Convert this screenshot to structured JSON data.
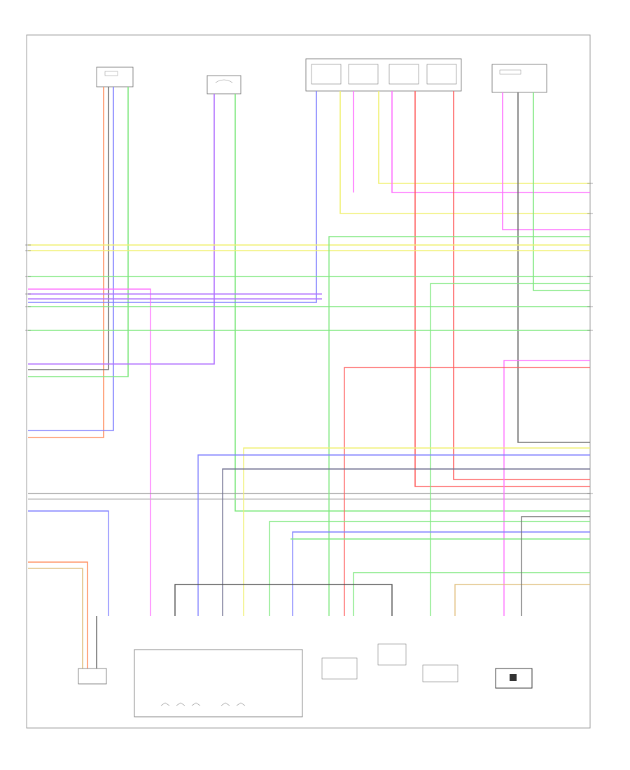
{
  "colors": {
    "frame": "#999999",
    "yellow": "#f0f070",
    "green": "#7ee87e",
    "violet": "#b070ff",
    "pink": "#ff70ff",
    "blue": "#8080ff",
    "orange": "#ff9060",
    "red": "#ff6060",
    "gray": "#707070",
    "dark": "#505050",
    "lightgreen": "#a0e0a0",
    "tan": "#e0c080",
    "slate": "#8090a0"
  },
  "components": [
    {
      "id": "top-sensor-1",
      "label": ""
    },
    {
      "id": "top-sensor-2",
      "label": ""
    },
    {
      "id": "top-o2-sensors",
      "label": ""
    },
    {
      "id": "top-right-module",
      "label": ""
    },
    {
      "id": "bottom-left-fuel-sensor",
      "label": ""
    },
    {
      "id": "bottom-ecm",
      "label": ""
    },
    {
      "id": "bottom-sensor-a",
      "label": ""
    },
    {
      "id": "bottom-sensor-b",
      "label": ""
    },
    {
      "id": "bottom-sensor-c",
      "label": ""
    },
    {
      "id": "bottom-sensor-d",
      "label": ""
    }
  ],
  "footer_code": ""
}
